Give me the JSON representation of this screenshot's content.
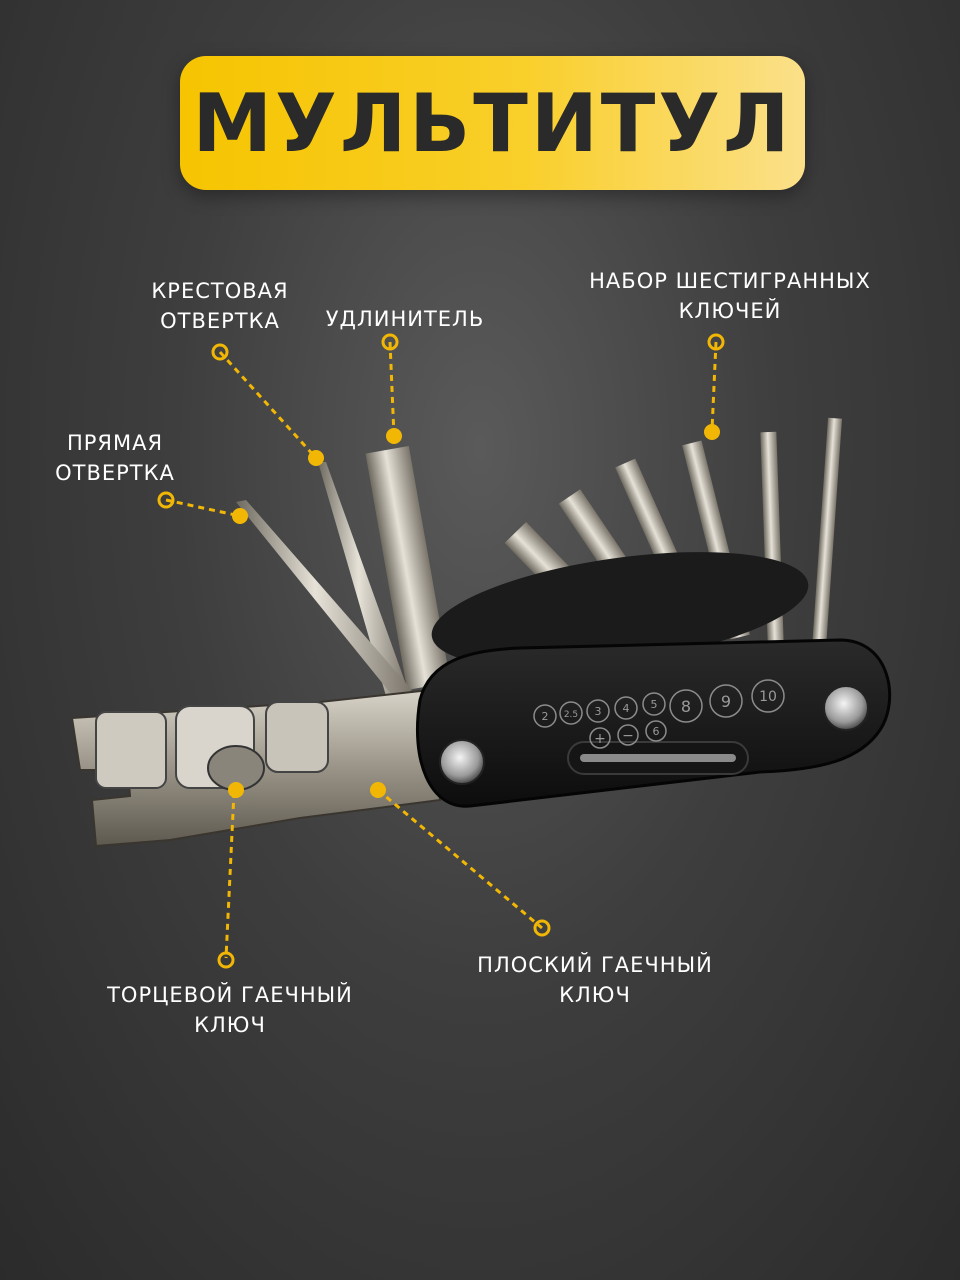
{
  "title": "МУЛЬТИТУЛ",
  "labels": {
    "cross_screwdriver": [
      "КРЕСТОВАЯ",
      "ОТВЕРТКА"
    ],
    "extender": [
      "УДЛИНИТЕЛЬ"
    ],
    "hex_keys": [
      "НАБОР ШЕСТИГРАННЫХ",
      "КЛЮЧЕЙ"
    ],
    "flat_screwdriver": [
      "ПРЯМАЯ",
      "ОТВЕРТКА"
    ],
    "socket_wrench": [
      "ТОРЦЕВОЙ ГАЕЧНЫЙ",
      "КЛЮЧ"
    ],
    "flat_wrench": [
      "ПЛОСКИЙ ГАЕЧНЫЙ",
      "КЛЮЧ"
    ]
  },
  "tool_markings": {
    "hex_sizes_top": [
      "2",
      "2.5",
      "3",
      "4",
      "5",
      "8",
      "9",
      "10"
    ],
    "driver_signs": [
      "+",
      "−",
      "6"
    ]
  },
  "colors": {
    "accent": "#F6C400",
    "callout": "#F2B705",
    "background": "#3E3E3E",
    "text": "#FFFFFF"
  }
}
